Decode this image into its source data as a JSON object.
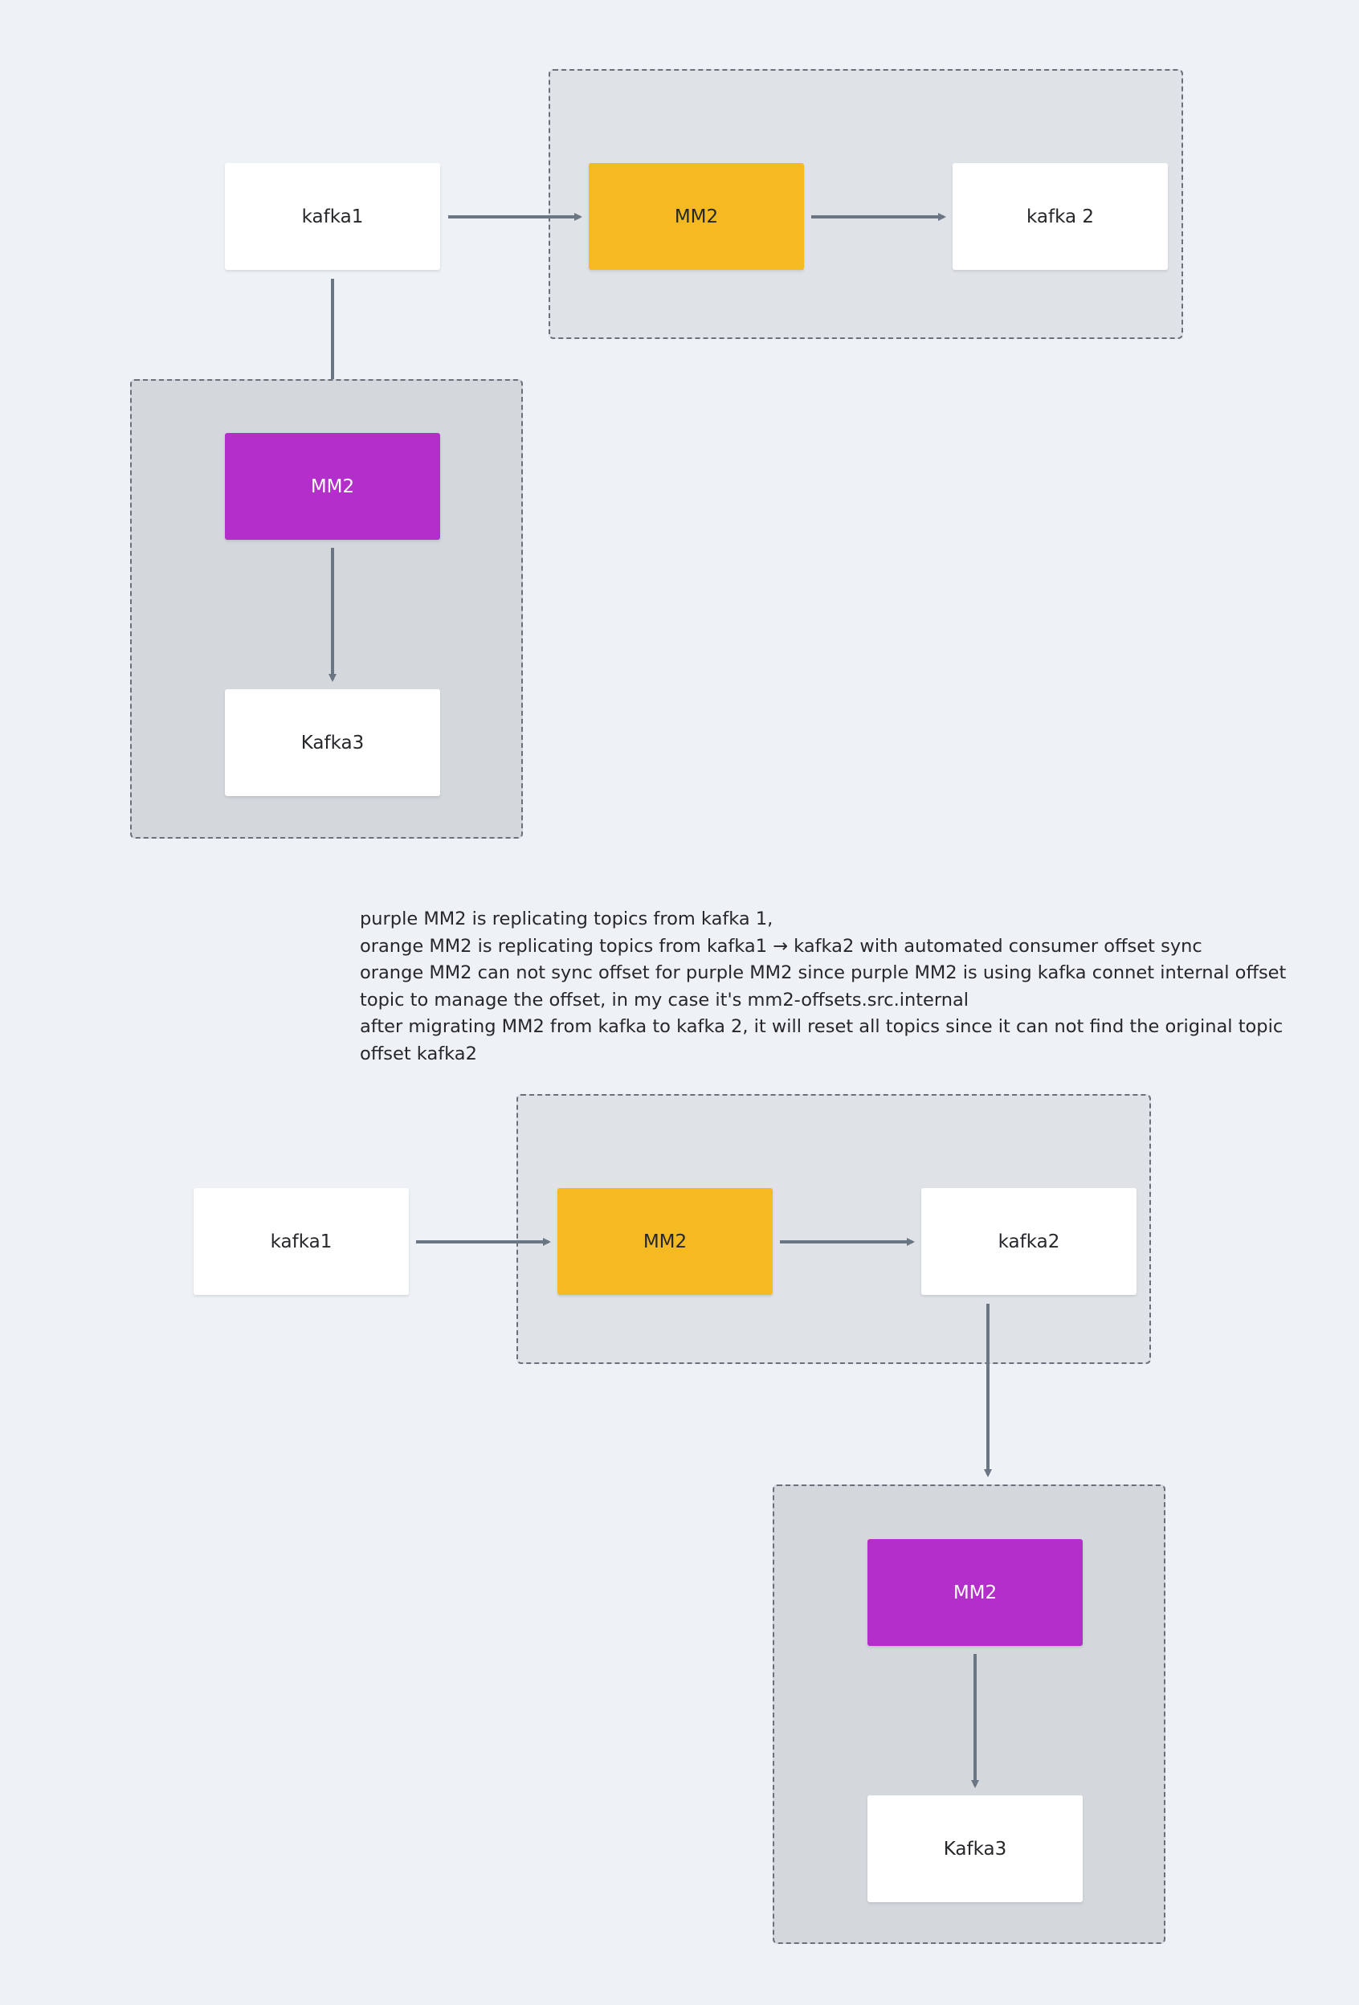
{
  "diagram_top": {
    "nodes": {
      "kafka1": "kafka1",
      "mm2_orange": "MM2",
      "kafka2": "kafka 2",
      "mm2_purple": "MM2",
      "kafka3": "Kafka3"
    }
  },
  "notes": [
    "purple MM2 is replicating topics from kafka 1,",
    "orange MM2 is replicating topics from kafka1 → kafka2 with automated consumer offset sync",
    "orange MM2 can not sync offset for purple MM2 since purple MM2 is using kafka connet internal offset",
    "topic to manage the offset, in my case it's mm2-offsets.src.internal",
    "after migrating MM2 from kafka to kafka 2, it will reset all topics since it can not find the original topic",
    "offset kafka2"
  ],
  "diagram_bottom": {
    "nodes": {
      "kafka1": "kafka1",
      "mm2_orange": "MM2",
      "kafka2": "kafka2",
      "mm2_purple": "MM2",
      "kafka3": "Kafka3"
    }
  },
  "colors": {
    "background": "#EEF1F6",
    "orange": "#F5BA22",
    "purple": "#B42ECC",
    "connector": "#6A7683"
  }
}
